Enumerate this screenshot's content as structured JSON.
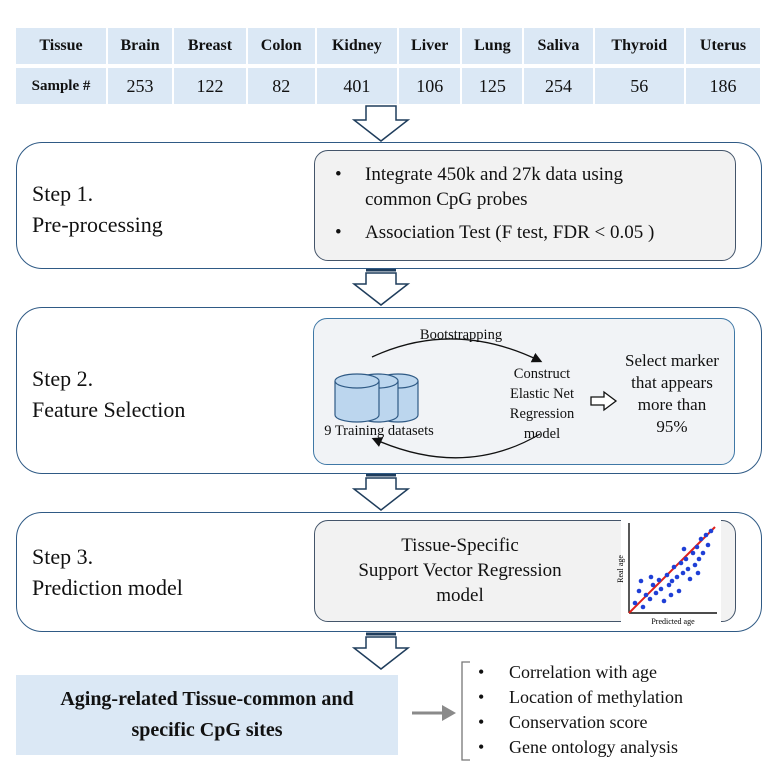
{
  "table": {
    "row_labels": [
      "Tissue",
      "Sample #"
    ],
    "tissues": [
      "Brain",
      "Breast",
      "Colon",
      "Kidney",
      "Liver",
      "Lung",
      "Saliva",
      "Thyroid",
      "Uterus"
    ],
    "sample_counts": [
      "253",
      "122",
      "82",
      "401",
      "106",
      "125",
      "254",
      "56",
      "186"
    ]
  },
  "step1": {
    "title_line1": "Step 1.",
    "title_line2": "Pre-processing",
    "bullet_symbol": "•",
    "bullet1_line1": "Integrate 450k and 27k data using",
    "bullet1_line2": "common CpG probes",
    "bullet2": "Association Test (F test, FDR < 0.05 )"
  },
  "step2": {
    "title_line1": "Step 2.",
    "title_line2": "Feature Selection",
    "bootstrapping": "Bootstrapping",
    "datasets_label": "9 Training datasets",
    "model_lines": [
      "Construct",
      "Elastic Net",
      "Regression",
      "model"
    ],
    "select_lines": [
      "Select marker",
      "that appears",
      "more than",
      "95%"
    ]
  },
  "step3": {
    "title_line1": "Step 3.",
    "title_line2": "Prediction model",
    "svr_lines": [
      "Tissue-Specific",
      "Support Vector Regression",
      "model"
    ],
    "scatter_xlabel": "Predicted age",
    "scatter_ylabel": "Real age"
  },
  "outcome": {
    "line1": "Aging-related Tissue-common and",
    "line2": "specific CpG sites"
  },
  "analyses": {
    "bullet_symbol": "•",
    "items": [
      "Correlation with age",
      "Location of methylation",
      "Conservation score",
      "Gene ontology analysis"
    ]
  },
  "colors": {
    "light_blue": "#dbe8f5",
    "panel_border": "#2f5a85",
    "cylinder_fill": "#bcd6ee",
    "scatter_points": "#1f3fd6",
    "fit_line": "#e0201b"
  }
}
